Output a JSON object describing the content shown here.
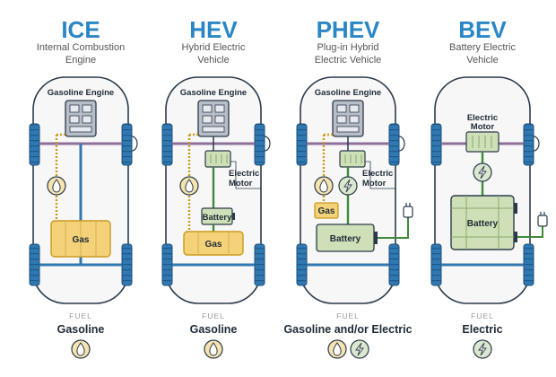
{
  "columns": [
    {
      "abbr": "ICE",
      "name_lines": [
        "Internal Combustion",
        "Engine"
      ],
      "engine_label": "Gasoline Engine",
      "tank_label": "Gas",
      "fuel_heading": "FUEL",
      "fuel_value": "Gasoline",
      "fuel_icons": [
        "fuel-drop-icon"
      ]
    },
    {
      "abbr": "HEV",
      "name_lines": [
        "Hybrid Electric",
        "Vehicle"
      ],
      "engine_label": "Gasoline Engine",
      "motor_label_lines": [
        "Electric",
        "Motor"
      ],
      "battery_label": "Battery",
      "tank_label": "Gas",
      "fuel_heading": "FUEL",
      "fuel_value": "Gasoline",
      "fuel_icons": [
        "fuel-drop-icon"
      ]
    },
    {
      "abbr": "PHEV",
      "name_lines": [
        "Plug-in Hybrid",
        "Electric Vehicle"
      ],
      "engine_label": "Gasoline Engine",
      "motor_label_lines": [
        "Electric",
        "Motor"
      ],
      "tank_label": "Gas",
      "battery_label": "Battery",
      "fuel_heading": "FUEL",
      "fuel_value": "Gasoline and/or Electric",
      "fuel_icons": [
        "fuel-drop-icon",
        "lightning-icon"
      ]
    },
    {
      "abbr": "BEV",
      "name_lines": [
        "Battery Electric",
        "Vehicle"
      ],
      "motor_label_lines": [
        "Electric",
        "Motor"
      ],
      "battery_label": "Battery",
      "fuel_heading": "FUEL",
      "fuel_value": "Electric",
      "fuel_icons": [
        "lightning-icon"
      ]
    }
  ],
  "colors": {
    "title_blue": "#2a86c4",
    "outline": "#2b3a4a",
    "car_fill": "#f7f7f7",
    "wheel": "#2f78b2",
    "gas_yellow": "#f3d27a",
    "battery_green": "#cfe0b8",
    "wire_green": "#3f8a3a",
    "axle_purple": "#8e6f9a",
    "engine_grey": "#b8bec7",
    "icon_bg": "#f5e4b0"
  }
}
